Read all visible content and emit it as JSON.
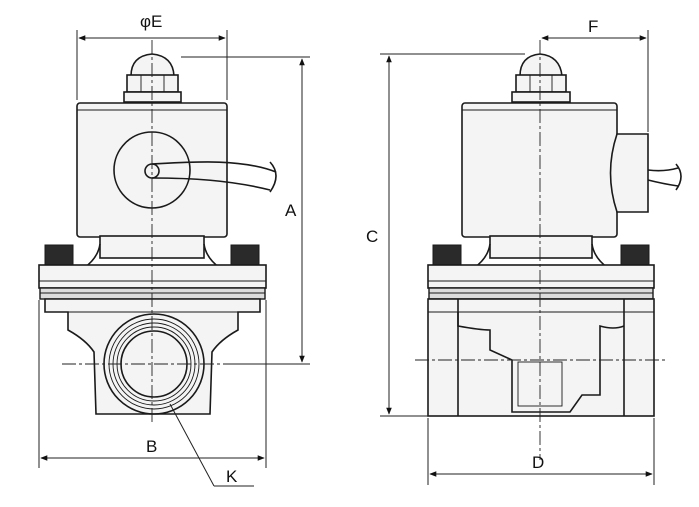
{
  "diagram": {
    "dimension_labels": {
      "E": "φE",
      "F": "F",
      "A": "A",
      "C": "C",
      "B": "B",
      "D": "D",
      "K": "K"
    }
  }
}
